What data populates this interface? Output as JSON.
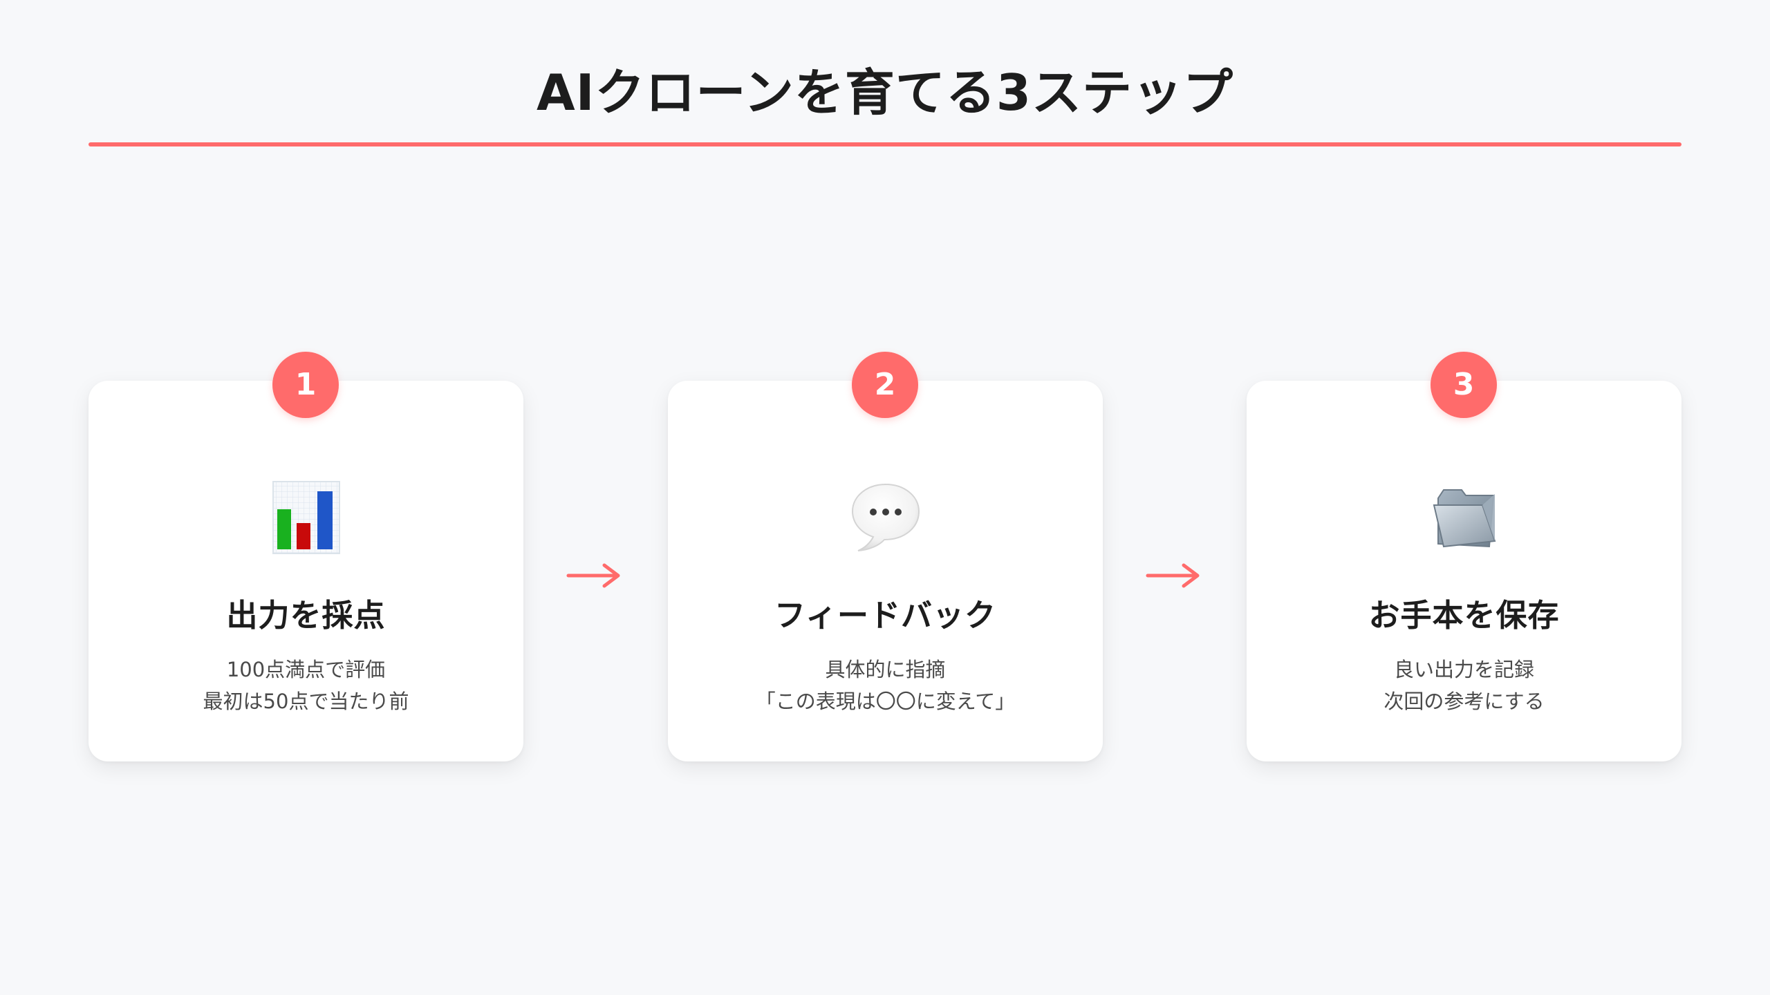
{
  "header": {
    "title": "AIクローンを育てる3ステップ"
  },
  "steps": [
    {
      "number": "1",
      "icon": "bar-chart-icon",
      "title": "出力を採点",
      "desc": [
        "100点満点で評価",
        "最初は50点で当たり前"
      ]
    },
    {
      "number": "2",
      "icon": "speech-balloon-icon",
      "title": "フィードバック",
      "desc": [
        "具体的に指摘",
        "「この表現は〇〇に変えて」"
      ]
    },
    {
      "number": "3",
      "icon": "folder-icon",
      "title": "お手本を保存",
      "desc": [
        "良い出力を記録",
        "次回の参考にする"
      ]
    }
  ],
  "arrow_icon": "right-arrow-icon",
  "colors": {
    "accent": "#ff6b6b",
    "background": "#f7f8fa",
    "card": "#ffffff",
    "text": "#1d1d1d",
    "muted_text": "#4a4a4a"
  }
}
